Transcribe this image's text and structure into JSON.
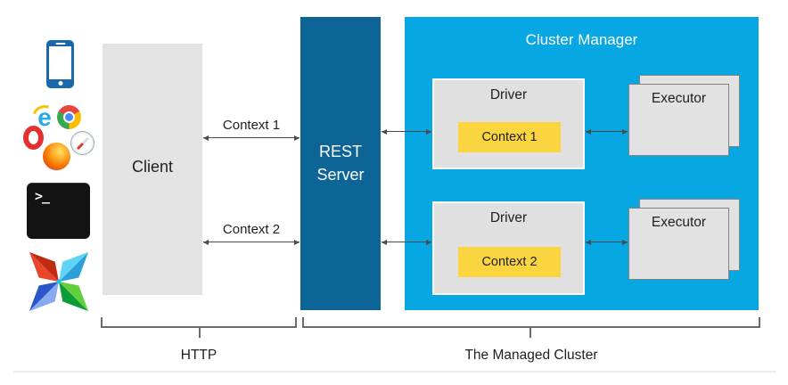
{
  "client": {
    "label": "Client"
  },
  "rest_server": {
    "label": "REST\nServer"
  },
  "cluster_manager": {
    "title": "Cluster Manager"
  },
  "drivers": [
    {
      "title": "Driver",
      "context_label": "Context 1"
    },
    {
      "title": "Driver",
      "context_label": "Context 2"
    }
  ],
  "executors": [
    {
      "title": "Executor"
    },
    {
      "title": "Executor"
    }
  ],
  "connections": [
    {
      "label": "Context 1"
    },
    {
      "label": "Context 2"
    }
  ],
  "braces": {
    "http_label": "HTTP",
    "cluster_label": "The Managed Cluster"
  },
  "terminal": {
    "prompt": ">_"
  },
  "icons": [
    "smartphone-icon",
    "internet-explorer-icon",
    "chrome-icon",
    "opera-icon",
    "safari-icon",
    "firefox-icon",
    "terminal-icon",
    "airflow-icon"
  ],
  "colors": {
    "rest_server_bg": "#0d6597",
    "cluster_manager_bg": "#06a7e2",
    "client_bg": "#e3e3e3",
    "panel_bg": "#e0e0e0",
    "context_bg": "#fbd540",
    "arrow": "#4a4a4a",
    "brace": "#6b6b6b",
    "text_dark": "#1f1f1f"
  }
}
